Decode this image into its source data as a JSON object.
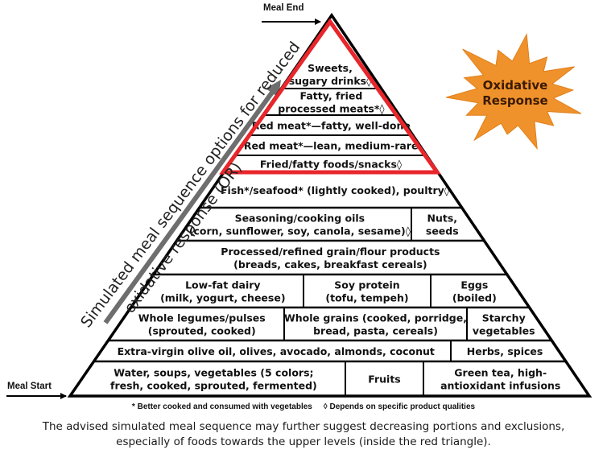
{
  "diagram": {
    "type": "food-pyramid",
    "labels": {
      "meal_end": "Meal End",
      "meal_start": "Meal Start",
      "side_line1": "Simulated meal sequence options for reduced",
      "side_line2": "oxidative response (OR)",
      "burst": "Oxidative Response",
      "burst_line1": "Oxidative",
      "burst_line2": "Response"
    },
    "colors": {
      "red_triangle": "#E8262B",
      "outline": "#000000",
      "burst_fill": "#F0922B",
      "arrow_gray": "#6E6E6E"
    },
    "levels": [
      {
        "zone": "red",
        "cells": [
          {
            "lines": [
              "Sweets,",
              "sugary drinks◊"
            ]
          }
        ]
      },
      {
        "zone": "red",
        "cells": [
          {
            "lines": [
              "Fatty, fried",
              "processed meats*◊"
            ]
          }
        ]
      },
      {
        "zone": "red",
        "cells": [
          {
            "lines": [
              "Red meat*—fatty, well-done"
            ]
          }
        ]
      },
      {
        "zone": "red",
        "cells": [
          {
            "lines": [
              "Red meat*—lean, medium-rare"
            ]
          }
        ]
      },
      {
        "zone": "red",
        "cells": [
          {
            "lines": [
              "Fried/fatty foods/snacks◊"
            ]
          }
        ]
      },
      {
        "zone": "black",
        "cells": [
          {
            "lines": [
              "Fish*/seafood* (lightly cooked), poultry◊"
            ]
          }
        ]
      },
      {
        "zone": "black",
        "cells": [
          {
            "lines": [
              "Seasoning/cooking oils",
              "(corn, sunflower, soy, canola, sesame)◊"
            ]
          },
          {
            "lines": [
              "Nuts,",
              "seeds"
            ]
          }
        ]
      },
      {
        "zone": "black",
        "cells": [
          {
            "lines": [
              "Processed/refined grain/flour products",
              "(breads, cakes, breakfast cereals)"
            ]
          }
        ]
      },
      {
        "zone": "black",
        "cells": [
          {
            "lines": [
              "Low-fat dairy",
              "(milk, yogurt, cheese)"
            ]
          },
          {
            "lines": [
              "Soy protein",
              "(tofu, tempeh)"
            ]
          },
          {
            "lines": [
              "Eggs",
              "(boiled)"
            ]
          }
        ]
      },
      {
        "zone": "black",
        "cells": [
          {
            "lines": [
              "Whole legumes/pulses",
              "(sprouted, cooked)"
            ]
          },
          {
            "lines": [
              "Whole grains (cooked, porridge,",
              "bread, pasta, cereals)"
            ]
          },
          {
            "lines": [
              "Starchy",
              "vegetables"
            ]
          }
        ]
      },
      {
        "zone": "black",
        "cells": [
          {
            "lines": [
              "Extra-virgin olive oil, olives, avocado, almonds, coconut"
            ]
          },
          {
            "lines": [
              "Herbs, spices"
            ]
          }
        ]
      },
      {
        "zone": "black",
        "cells": [
          {
            "lines": [
              "Water, soups, vegetables (5 colors;",
              "fresh, cooked, sprouted, fermented)"
            ]
          },
          {
            "lines": [
              "Fruits"
            ]
          },
          {
            "lines": [
              "Green tea, high-",
              "antioxidant infusions"
            ]
          }
        ]
      }
    ],
    "footnote": "* Better cooked and consumed with vegetables     ◊ Depends on specific product qualities",
    "caption_line1": "The advised simulated meal sequence may further suggest decreasing portions and exclusions,",
    "caption_line2": "especially of foods towards the upper levels (inside the red triangle)."
  }
}
